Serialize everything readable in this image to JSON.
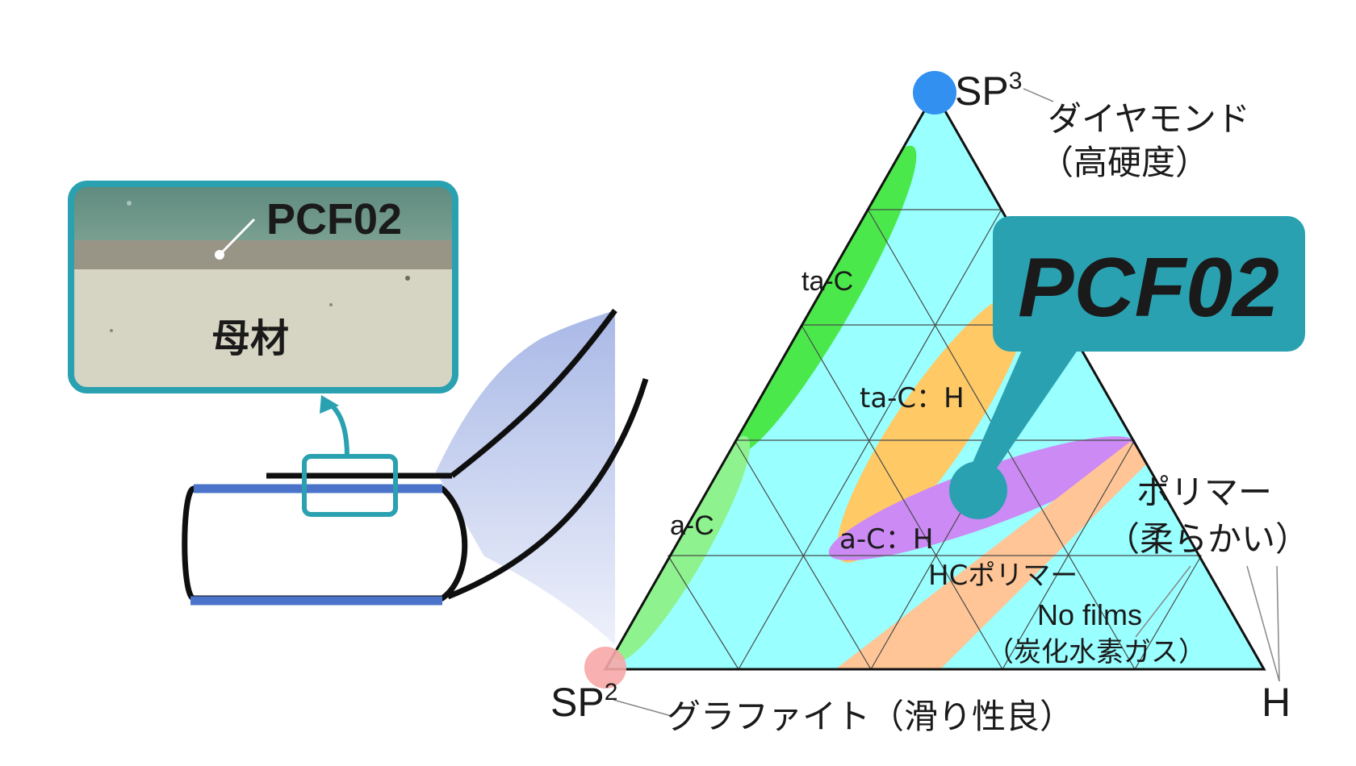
{
  "inset": {
    "film_label": "PCF02",
    "substrate_label": "母材"
  },
  "diagram": {
    "vertex_top": "SP",
    "vertex_top_sup": "3",
    "vertex_left": "SP",
    "vertex_left_sup": "2",
    "vertex_right": "H",
    "diamond_label": "ダイヤモンド",
    "diamond_sub": "（高硬度）",
    "graphite_label": "グラファイト（滑り性良）",
    "polymer_label": "ポリマー",
    "polymer_sub": "（柔らかい）",
    "no_films_label": "No films",
    "no_films_sub": "（炭化水素ガス）",
    "regions": {
      "ta_c": "ta-C",
      "ta_c_h": "ta-C：H",
      "a_c": "a-C",
      "a_c_h": "a-C：H",
      "hc_polymer": "HCポリマー"
    },
    "callout": "PCF02"
  },
  "colors": {
    "triangle_fill": "#99ffff",
    "ta_c": "#4be84b",
    "ta_c_h": "#ffc966",
    "a_c_h": "#cc8af5",
    "hc_polymer": "#ffc596",
    "sp3_dot": "#3190f0",
    "sp2_dot": "#f7a7a7",
    "accent": "#2aa1b0"
  }
}
